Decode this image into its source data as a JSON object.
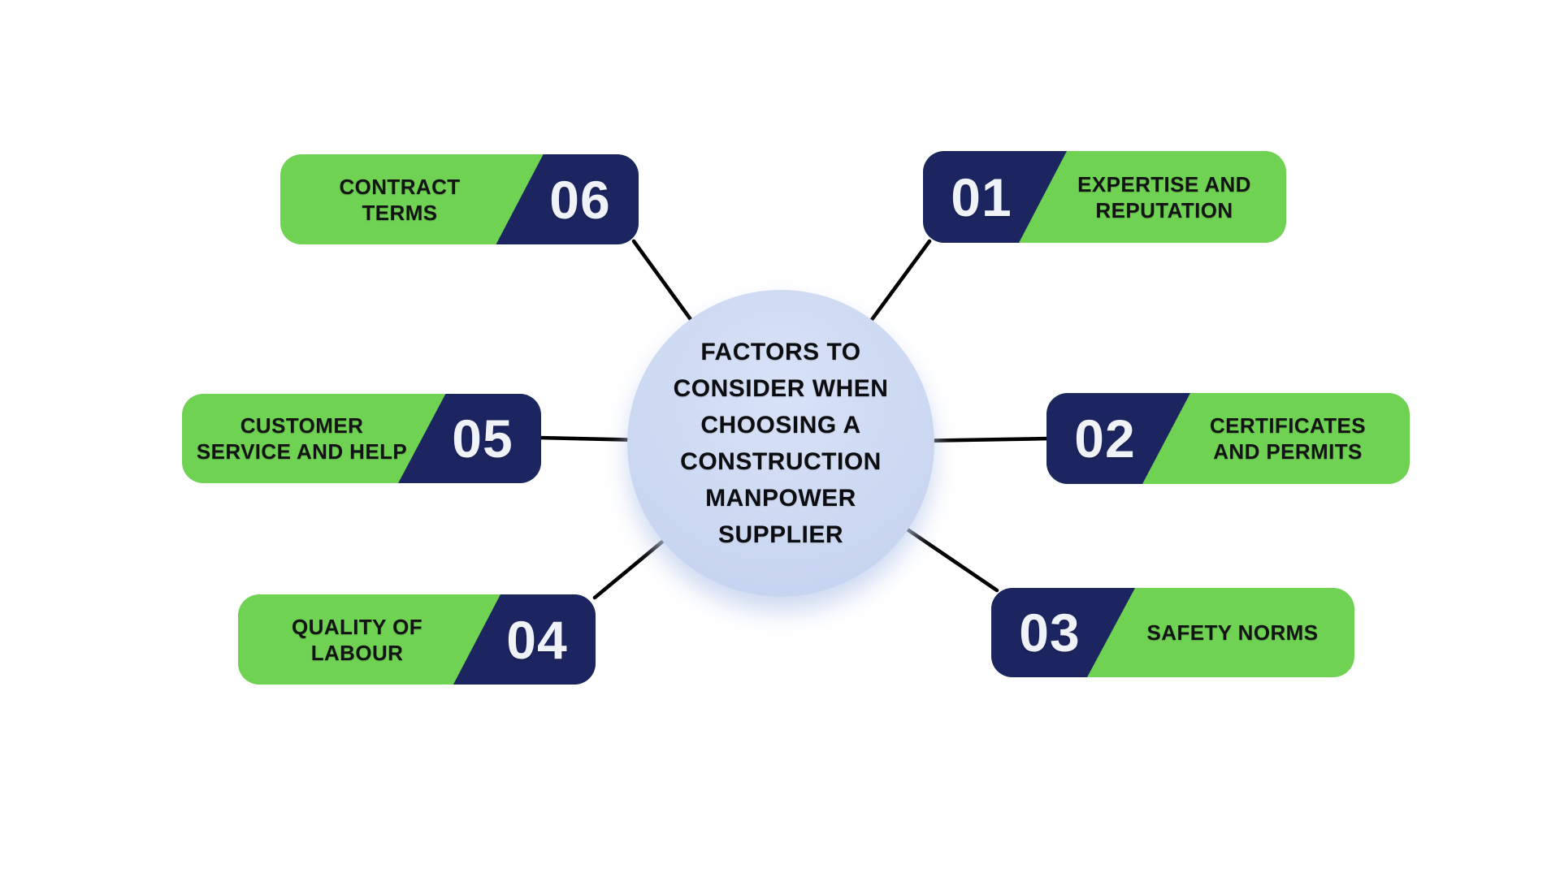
{
  "diagram": {
    "center": {
      "title": "FACTORS TO\nCONSIDER WHEN\nCHOOSING A\nCONSTRUCTION\nMANPOWER\nSUPPLIER"
    },
    "items": [
      {
        "number": "01",
        "label": "EXPERTISE AND\nREPUTATION"
      },
      {
        "number": "02",
        "label": "CERTIFICATES\nAND PERMITS"
      },
      {
        "number": "03",
        "label": "SAFETY NORMS"
      },
      {
        "number": "04",
        "label": "QUALITY OF\nLABOUR"
      },
      {
        "number": "05",
        "label": "CUSTOMER\nSERVICE AND HELP"
      },
      {
        "number": "06",
        "label": "CONTRACT\nTERMS"
      }
    ],
    "colors": {
      "green": "#6FD253",
      "navy": "#1C2560",
      "number_text": "#EFF3F8",
      "label_text": "#121413",
      "circle_fill": "#CDDAF2",
      "line": "#000000",
      "background": "#FFFFFF"
    }
  }
}
